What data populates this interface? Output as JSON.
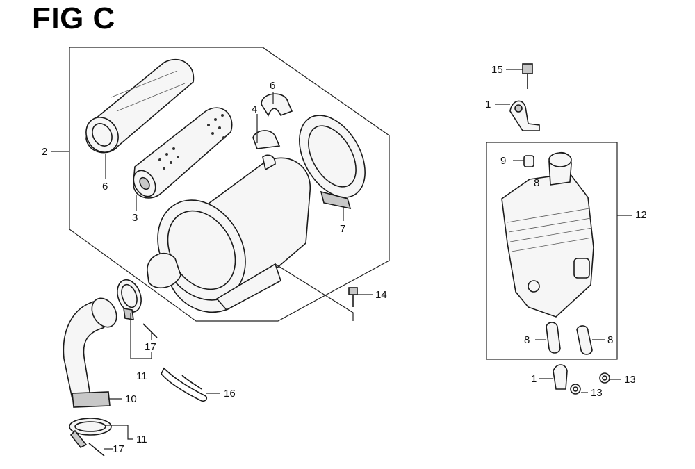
{
  "figure": {
    "title": "FIG C"
  },
  "callouts": {
    "c1a": "1",
    "c1b": "1",
    "c2": "2",
    "c3": "3",
    "c4": "4",
    "c6a": "6",
    "c6b": "6",
    "c7": "7",
    "c8a": "8",
    "c8b": "8",
    "c8c": "8",
    "c9": "9",
    "c10": "10",
    "c11a": "11",
    "c11b": "11",
    "c12": "12",
    "c13a": "13",
    "c13b": "13",
    "c14": "14",
    "c15": "15",
    "c16": "16",
    "c17a": "17",
    "c17b": "17"
  }
}
